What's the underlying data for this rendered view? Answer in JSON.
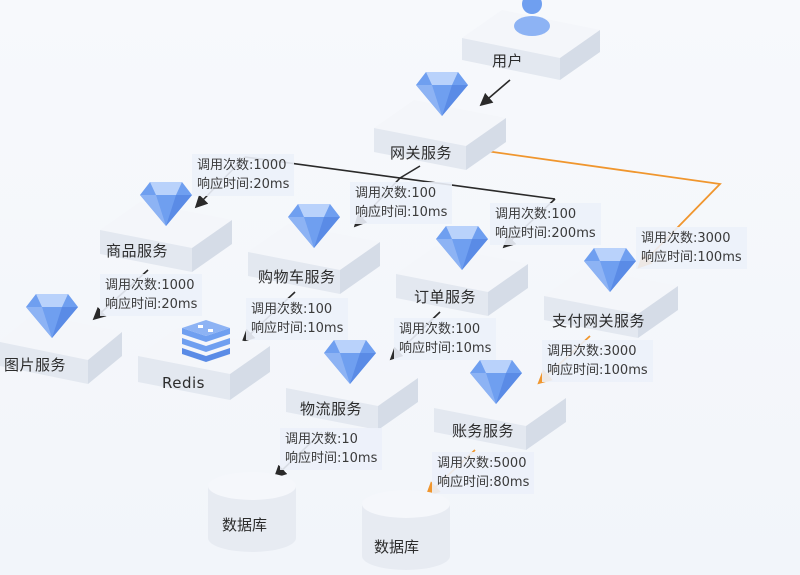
{
  "colors": {
    "gem": "#6f9ff0",
    "gem_light": "#b9d2fb",
    "arrow_dark": "#2a2a2a",
    "arrow_orange": "#f0962e",
    "block_top": "#f4f6fa",
    "block_left": "#e3e8f0",
    "block_right": "#d5dce7"
  },
  "nodes": {
    "user": {
      "label": "用户",
      "icon": "user-avatar-icon"
    },
    "gateway": {
      "label": "网关服务",
      "icon": "diamond-gem-icon"
    },
    "product": {
      "label": "商品服务",
      "icon": "diamond-gem-icon"
    },
    "cart": {
      "label": "购物车服务",
      "icon": "diamond-gem-icon"
    },
    "order": {
      "label": "订单服务",
      "icon": "diamond-gem-icon"
    },
    "paygw": {
      "label": "支付网关服务",
      "icon": "diamond-gem-icon"
    },
    "image": {
      "label": "图片服务",
      "icon": "diamond-gem-icon"
    },
    "redis": {
      "label": "Redis",
      "icon": "redis-stack-icon"
    },
    "logistics": {
      "label": "物流服务",
      "icon": "diamond-gem-icon"
    },
    "billing": {
      "label": "账务服务",
      "icon": "diamond-gem-icon"
    },
    "db1": {
      "label": "数据库"
    },
    "db2": {
      "label": "数据库"
    }
  },
  "stats": {
    "product": {
      "calls": "调用次数:1000",
      "resp": "响应时间:20ms"
    },
    "cart": {
      "calls": "调用次数:100",
      "resp": "响应时间:10ms"
    },
    "order": {
      "calls": "调用次数:100",
      "resp": "响应时间:200ms"
    },
    "paygw": {
      "calls": "调用次数:3000",
      "resp": "响应时间:100ms"
    },
    "image": {
      "calls": "调用次数:1000",
      "resp": "响应时间:20ms"
    },
    "redis": {
      "calls": "调用次数:100",
      "resp": "响应时间:10ms"
    },
    "logistics": {
      "calls": "调用次数:100",
      "resp": "响应时间:10ms"
    },
    "billing": {
      "calls": "调用次数:3000",
      "resp": "响应时间:100ms"
    },
    "db1": {
      "calls": "调用次数:10",
      "resp": "响应时间:10ms"
    },
    "db2": {
      "calls": "调用次数:5000",
      "resp": "响应时间:80ms"
    }
  }
}
